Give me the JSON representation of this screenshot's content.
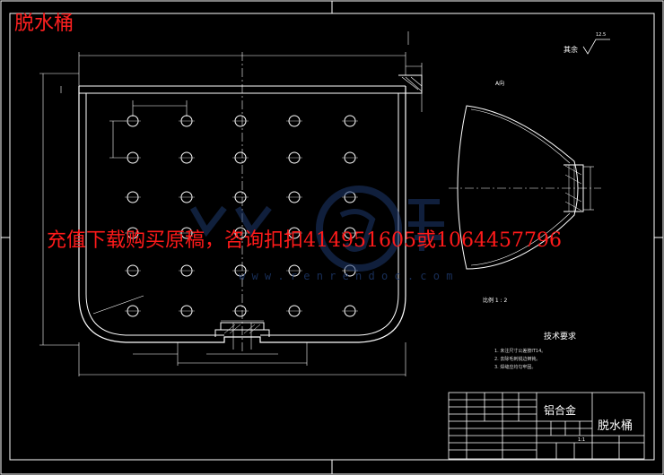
{
  "drawing": {
    "corner_title": "脱水桶",
    "watermark_text": "充值下载购买原稿，咨询扣扣414951605或1064457796",
    "watermark_url": "w w w . r e n r e n d o c . c o m",
    "roughness_label": "其余",
    "roughness_value": "12.5",
    "view_a_label": "A向",
    "scale_note": "比例 1 : 2"
  },
  "tech_notes": {
    "title": "技术要求",
    "items": [
      "1. 未注尺寸公差按IT14。",
      "2. 去除毛刺锐边倒钝。",
      "3. 焊缝应均匀牢固。"
    ]
  },
  "title_block": {
    "material": "铝合金",
    "part_name": "脱水桶",
    "scale": "1:1"
  },
  "colors": {
    "background": "#000000",
    "lines": "#ffffff",
    "title_red": "#ff2020",
    "watermark_red": "#ff1a1a",
    "watermark_blue": "#1e3a6e"
  }
}
